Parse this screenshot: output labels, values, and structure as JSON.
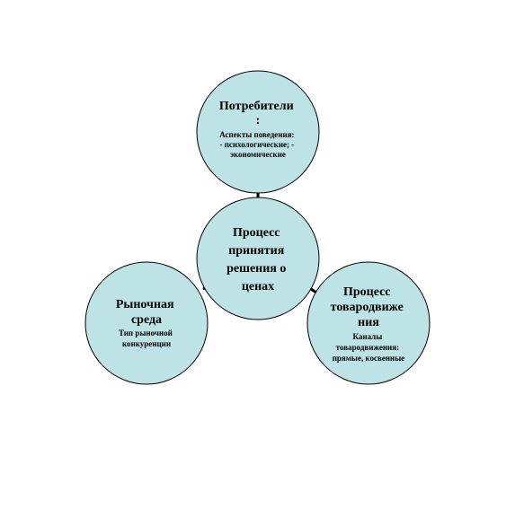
{
  "colors": {
    "circle_fill": "#bde3e6",
    "circle_stroke": "#000000",
    "connector": "#000000",
    "background": "#ffffff"
  },
  "nodes": {
    "center": {
      "lines": [
        "Процесс",
        "принятия",
        "решения о",
        "ценах"
      ]
    },
    "top": {
      "title_lines": [
        "Потребители",
        ":"
      ],
      "sub_lines": [
        "Аспекты поведения:",
        "- психологические; -",
        "экономические"
      ]
    },
    "left": {
      "title_lines": [
        "Рыночная",
        "среда"
      ],
      "sub_lines": [
        "Тип рыночной",
        "конкуренции"
      ]
    },
    "right": {
      "title_lines": [
        "Процесс",
        "товародвиже",
        "ния"
      ],
      "sub_lines": [
        "Каналы",
        "товародвижения:",
        "прямые, косвенные"
      ]
    }
  }
}
